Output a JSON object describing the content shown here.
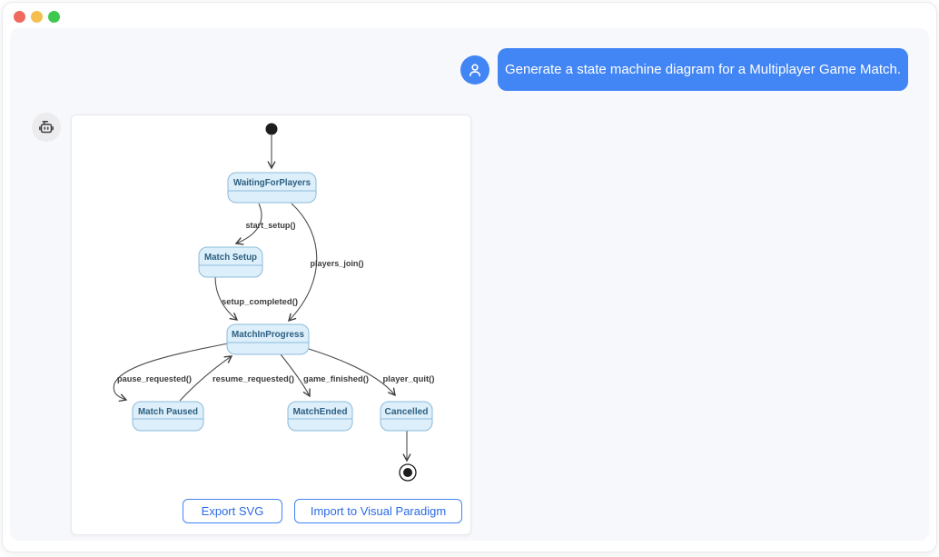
{
  "window": {
    "traffic_lights": [
      {
        "name": "close",
        "color": "#ee6a5f"
      },
      {
        "name": "minimize",
        "color": "#f5bf4f"
      },
      {
        "name": "zoom",
        "color": "#3fc84e"
      }
    ]
  },
  "chat": {
    "user": {
      "avatar_icon": "user-icon",
      "message": "Generate a state machine diagram for a Multiplayer Game Match.",
      "bubble_color": "#4285f4"
    },
    "assistant": {
      "avatar_icon": "robot-icon"
    }
  },
  "diagram": {
    "type": "state-machine",
    "state_fill": "#ddeffa",
    "state_border": "#8cbbd9",
    "states": {
      "waiting": "WaitingForPlayers",
      "setup": "Match Setup",
      "in_progress": "MatchInProgress",
      "paused": "Match Paused",
      "ended": "MatchEnded",
      "cancelled": "Cancelled"
    },
    "transitions": {
      "start_setup": "start_setup()",
      "players_join": "players_join()",
      "setup_completed": "setup_completed()",
      "pause_requested": "pause_requested()",
      "resume_requested": "resume_requested()",
      "game_finished": "game_finished()",
      "player_quit": "player_quit()"
    },
    "structure": [
      {
        "from": "initial",
        "to": "WaitingForPlayers",
        "label": ""
      },
      {
        "from": "WaitingForPlayers",
        "to": "Match Setup",
        "label": "start_setup()"
      },
      {
        "from": "WaitingForPlayers",
        "to": "MatchInProgress",
        "label": "players_join()"
      },
      {
        "from": "Match Setup",
        "to": "MatchInProgress",
        "label": "setup_completed()"
      },
      {
        "from": "MatchInProgress",
        "to": "Match Paused",
        "label": "pause_requested()"
      },
      {
        "from": "Match Paused",
        "to": "MatchInProgress",
        "label": "resume_requested()"
      },
      {
        "from": "MatchInProgress",
        "to": "MatchEnded",
        "label": "game_finished()"
      },
      {
        "from": "MatchInProgress",
        "to": "Cancelled",
        "label": "player_quit()"
      },
      {
        "from": "Cancelled",
        "to": "final",
        "label": ""
      }
    ]
  },
  "actions": {
    "export_svg": "Export SVG",
    "import_vp": "Import to Visual Paradigm"
  }
}
